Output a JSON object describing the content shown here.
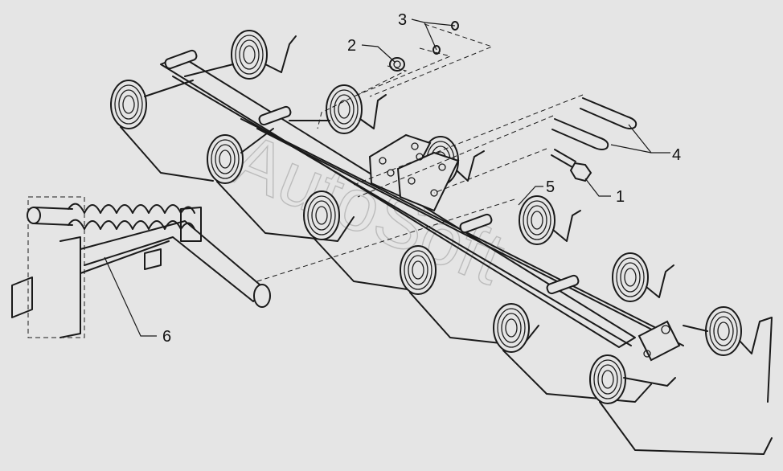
{
  "watermark": "AutoSoft",
  "callouts": [
    {
      "id": "1",
      "label": "1"
    },
    {
      "id": "2",
      "label": "2"
    },
    {
      "id": "3",
      "label": "3"
    },
    {
      "id": "4",
      "label": "4"
    },
    {
      "id": "5",
      "label": "5"
    },
    {
      "id": "6",
      "label": "6"
    }
  ],
  "colors": {
    "background": "#e5e5e5",
    "line": "#1a1a1a",
    "watermark": "#9a9a9a"
  }
}
